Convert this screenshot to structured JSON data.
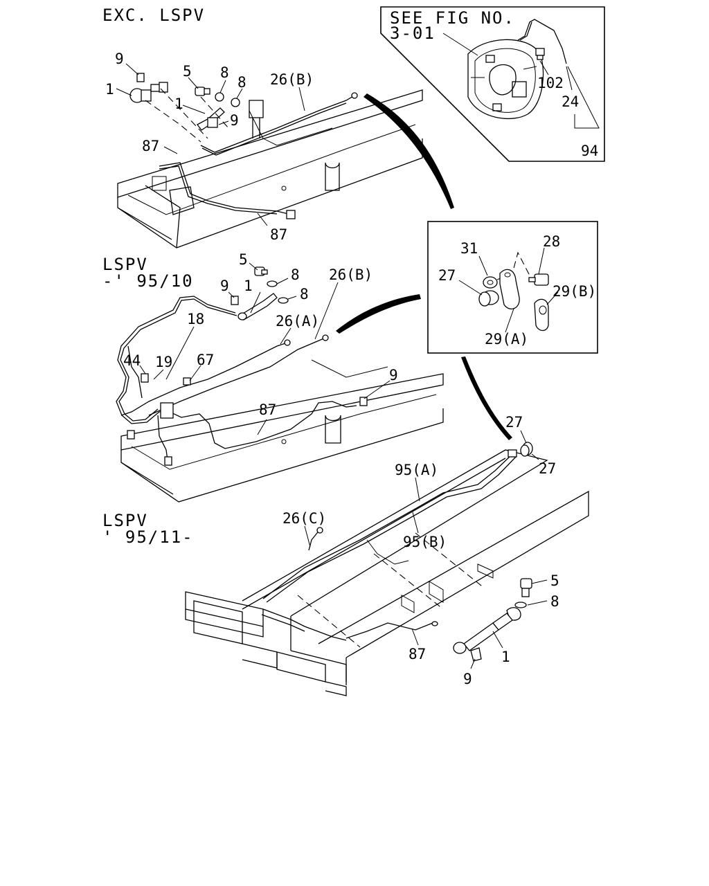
{
  "sections": {
    "top": "EXC. LSPV",
    "middle_line1": "LSPV",
    "middle_line2": "-' 95/10",
    "bottom_line1": "LSPV",
    "bottom_line2": "' 95/11-"
  },
  "reference_box": {
    "line1": "SEE FIG NO.",
    "line2": "3-01"
  },
  "callouts": {
    "top": [
      "9",
      "5",
      "8",
      "8",
      "26(B)",
      "1",
      "1",
      "9",
      "87",
      "87"
    ],
    "ref": [
      "102",
      "24",
      "94"
    ],
    "clip": [
      "31",
      "28",
      "27",
      "29(B)",
      "29(A)"
    ],
    "middle": [
      "5",
      "8",
      "8",
      "9",
      "1",
      "26(B)",
      "26(A)",
      "18",
      "44",
      "19",
      "67",
      "9",
      "87"
    ],
    "bottom": [
      "27",
      "27",
      "95(A)",
      "26(C)",
      "95(B)",
      "5",
      "8",
      "87",
      "1",
      "9"
    ]
  }
}
